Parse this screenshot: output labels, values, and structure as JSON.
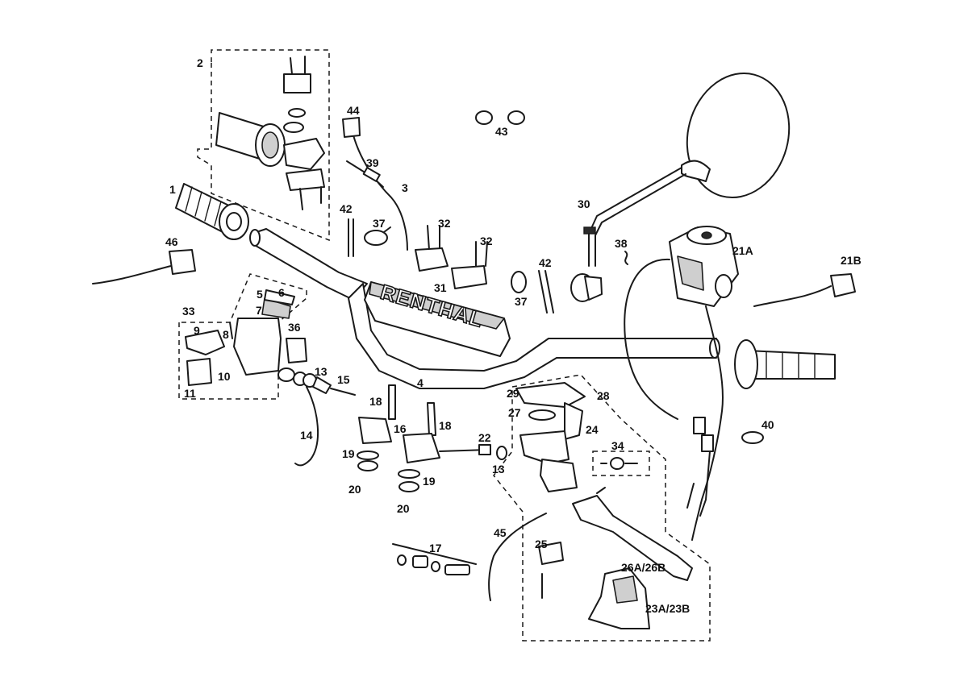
{
  "brand": {
    "text": "RENTHAL"
  },
  "labels": {
    "p1": "1",
    "p2": "2",
    "p3": "3",
    "p4": "4",
    "p5": "5",
    "p6": "6",
    "p7": "7",
    "p8": "8",
    "p9": "9",
    "p10": "10",
    "p11": "11",
    "p13a": "13",
    "p13b": "13",
    "p14": "14",
    "p15": "15",
    "p16": "16",
    "p17": "17",
    "p18a": "18",
    "p18b": "18",
    "p19a": "19",
    "p19b": "19",
    "p20a": "20",
    "p20b": "20",
    "p21a": "21A",
    "p21b": "21B",
    "p22": "22",
    "p23": "23A/23B",
    "p24": "24",
    "p25": "25",
    "p26": "26A/26B",
    "p27": "27",
    "p28": "28",
    "p29": "29",
    "p30": "30",
    "p31": "31",
    "p32a": "32",
    "p32b": "32",
    "p33": "33",
    "p34": "34",
    "p36": "36",
    "p37a": "37",
    "p37b": "37",
    "p38": "38",
    "p39": "39",
    "p40": "40",
    "p42a": "42",
    "p42b": "42",
    "p43": "43",
    "p44": "44",
    "p45": "45",
    "p46": "46"
  }
}
